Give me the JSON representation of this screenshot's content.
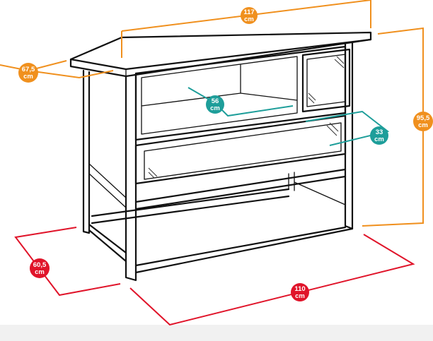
{
  "colors": {
    "orange": "#F0901E",
    "red": "#E0142A",
    "teal": "#1E9E9A",
    "line": "#111111",
    "background": "#FFFFFF",
    "band": "#F1F1F1"
  },
  "dimensions": {
    "top_width": {
      "value": "117",
      "unit": "cm"
    },
    "top_depth": {
      "value": "67,5",
      "unit": "cm"
    },
    "height": {
      "value": "95,5",
      "unit": "cm"
    },
    "base_depth": {
      "value": "60,5",
      "unit": "cm"
    },
    "base_width": {
      "value": "110",
      "unit": "cm"
    },
    "drawer_width": {
      "value": "56",
      "unit": "cm"
    },
    "drawer_depth": {
      "value": "33",
      "unit": "cm"
    }
  }
}
